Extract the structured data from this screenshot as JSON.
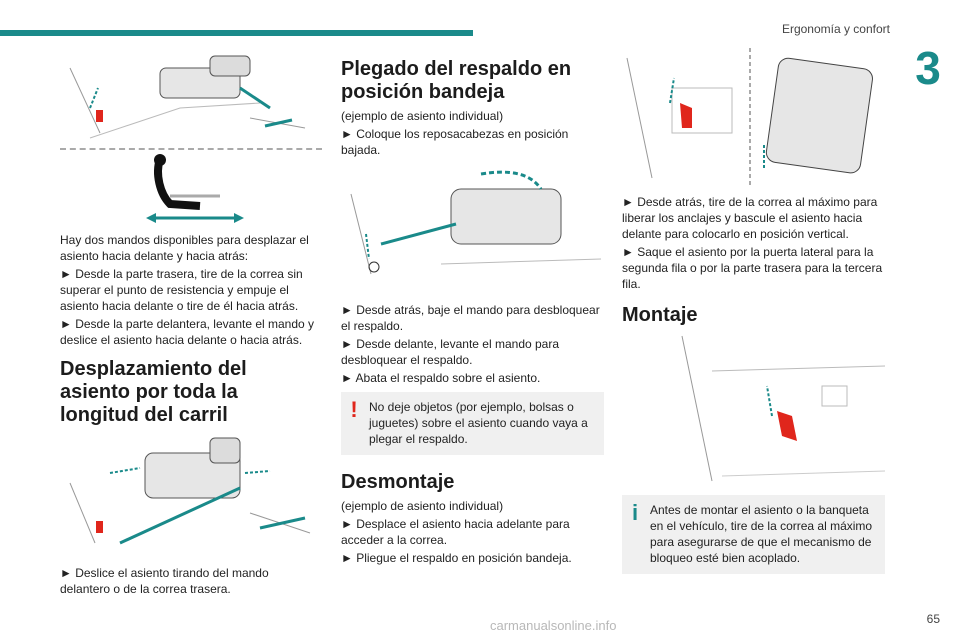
{
  "header": {
    "section_title": "Ergonomía y confort",
    "chapter_number": "3"
  },
  "footer": {
    "page_number": "65",
    "watermark": "carmanualsonline.info"
  },
  "col1": {
    "intro_p1": "Hay dos mandos disponibles para desplazar el asiento hacia delante y hacia atrás:",
    "intro_p2": "► Desde la parte trasera, tire de la correa sin superar el punto de resistencia y empuje el asiento hacia delante o tire de él hacia atrás.",
    "intro_p3": "► Desde la parte delantera, levante el mando y deslice el asiento hacia delante o hacia atrás.",
    "heading": "Desplazamiento del asiento por toda la longitud del carril",
    "step1": "► Deslice el asiento tirando del mando delantero o de la correa trasera."
  },
  "col2": {
    "heading1": "Plegado del respaldo en posición bandeja",
    "example1": "(ejemplo de asiento individual)",
    "step1": "► Coloque los reposacabezas en posición bajada.",
    "step2": "► Desde atrás, baje el mando para desbloquear el respaldo.",
    "step3": "► Desde delante, levante el mando para desbloquear el respaldo.",
    "step4": "► Abata el respaldo sobre el asiento.",
    "warning": "No deje objetos (por ejemplo, bolsas o juguetes) sobre el asiento cuando vaya a plegar el respaldo.",
    "heading2": "Desmontaje",
    "example2": "(ejemplo de asiento individual)",
    "step5": "► Desplace el asiento hacia adelante para acceder a la correa.",
    "step6": "► Pliegue el respaldo en posición bandeja."
  },
  "col3": {
    "step1": "► Desde atrás, tire de la correa al máximo para liberar los anclajes y bascule el asiento hacia delante para colocarlo en posición vertical.",
    "step2": "► Saque el asiento por la puerta lateral para la segunda fila o por la parte trasera para la tercera fila.",
    "heading": "Montaje",
    "info": "Antes de montar el asiento o la banqueta en el vehículo, tire de la correa al máximo para asegurarse de que el mecanismo de bloqueo esté bien acoplado."
  },
  "icons": {
    "warning": "warning-exclamation-icon",
    "info": "info-icon"
  },
  "colors": {
    "accent": "#1a8a8a",
    "warning_red": "#e0261c",
    "note_bg": "#f0f0f0"
  }
}
